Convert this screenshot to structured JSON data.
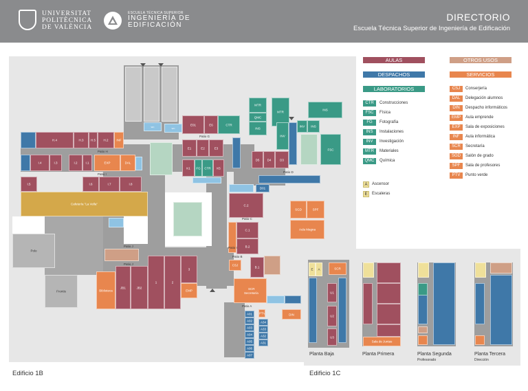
{
  "header": {
    "upv_name": [
      "UNIVERSITAT",
      "POLITÈCNICA",
      "DE VALÈNCIA"
    ],
    "school_small": "ESCUELA TÉCNICA SUPERIOR",
    "school_big": [
      "INGENIERÍA DE",
      "EDIFICACIÓN"
    ],
    "title": "DIRECTORIO",
    "subtitle": "Escuela Técnica Superior de Ingeniería de Edificación"
  },
  "colors": {
    "aulas": "#a0505f",
    "despachos": "#3f78a8",
    "laboratorios": "#3a9a86",
    "otros_usos": "#cf9f86",
    "servicios": "#e8864e",
    "cafeteria": "#d4a84a",
    "wc": "#8fc3e3",
    "ascensor": "#efe09a",
    "corridor": "#9e9e9e",
    "patio": "#b5d6c2"
  },
  "legend": {
    "aulas": "AULAS",
    "despachos": "DESPACHOS",
    "laboratorios": "LABORATORIOS",
    "otros_usos": "OTROS USOS",
    "servicios": "SERVICIOS",
    "labs": [
      {
        "code": "CTR",
        "name": "Construcciones"
      },
      {
        "code": "FSC",
        "name": "Física"
      },
      {
        "code": "FG",
        "name": "Fotografía"
      },
      {
        "code": "INS",
        "name": "Instalaciones"
      },
      {
        "code": "INV",
        "name": "Investigación"
      },
      {
        "code": "MTR",
        "name": "Materiales"
      },
      {
        "code": "QMC",
        "name": "Química"
      }
    ],
    "services": [
      {
        "code": "CSJ",
        "name": "Conserjería"
      },
      {
        "code": "DAL",
        "name": "Delegación alumnos"
      },
      {
        "code": "DIN",
        "name": "Despacho informáticos"
      },
      {
        "code": "EMP",
        "name": "Aula emprende"
      },
      {
        "code": "EXP",
        "name": "Sala de exposiciones"
      },
      {
        "code": "INF",
        "name": "Aula informática"
      },
      {
        "code": "SCR",
        "name": "Secretaría"
      },
      {
        "code": "SGD",
        "name": "Salón de grado"
      },
      {
        "code": "SPF",
        "name": "Sala de profesores"
      },
      {
        "code": "PTV",
        "name": "Punto verde"
      }
    ],
    "elevator": {
      "code": "A",
      "name": "Ascensor"
    },
    "stairs": {
      "code": "E",
      "name": "Escaleras"
    }
  },
  "map": {
    "building_1b": "Edificio 1B",
    "building_1c": "Edificio 1C",
    "floors": [
      "Planta Baja",
      "Planta Primera",
      "Planta Segunda",
      "Planta Tercera"
    ],
    "floor_notes": {
      "segunda": "Profesorado",
      "tercera": "Dirección"
    },
    "patios": [
      "Patio H",
      "Patio I",
      "Patio J",
      "Patio J",
      "Patio G",
      "Patio C",
      "Patio B",
      "Patio A",
      "Patio D",
      "Patio I"
    ],
    "rooms": {
      "h4": "H.4",
      "h3": "H.3",
      "h5": "H.5",
      "h2": "H.2",
      "inf": "INF",
      "i4": "I.4",
      "i3": "I.3",
      "i2": "I.2",
      "i1": "I.1",
      "exp": "EXP",
      "dal": "DAL",
      "i5": "I.5",
      "i6": "I.6",
      "i7": "I.7",
      "i8": "I.8",
      "cafeteria": "Cafetería \"La Vella\"",
      "polo": "Polo",
      "frontis": "Frontis",
      "jb1": "JB1",
      "jb2": "JB2",
      "biblioteca": "Biblioteca",
      "j1": "1",
      "j2": "2",
      "j3": "3",
      "emp": "EMP",
      "e01": "E01",
      "e6": "E6",
      "e1": "E1",
      "e2": "E2",
      "e3": "E3",
      "ctr1": "CTR",
      "k1": "K1",
      "fg": "FG",
      "k_ctr": "CTR",
      "k5": "K5",
      "mtr1": "MTR",
      "qmc": "QMC",
      "ins1": "INS",
      "mtr2": "MTR",
      "d5": "D5",
      "d4": "D4",
      "d3": "D3",
      "inv1": "INV",
      "inv2": "INV",
      "ins2": "INS",
      "ins3": "INS",
      "fsc": "FSC",
      "d01": "D01",
      "c2": "C.2",
      "sgd": "SGD",
      "spf": "SPF",
      "aula_magna": "Aula Magna",
      "c1": "C.1",
      "b2": "B.2",
      "b1": "B.1",
      "ptv": "PTV",
      "csj": "CSJ",
      "scr": "SCR",
      "secretaria": "Secretaría",
      "din": "DIN",
      "a01": "A01",
      "a02": "A02",
      "a03": "A03",
      "a04": "A04",
      "a05": "A05",
      "a06": "A06",
      "a07": "A07",
      "a31": "A31",
      "a32": "A32",
      "a33": "A33",
      "a34": "A34",
      "c_scr": "SCR",
      "sala_juntas": "Sala de Juntas",
      "c_e": "E",
      "c_a": "A",
      "u1": "U1",
      "u2": "U2",
      "u3": "U3"
    }
  }
}
